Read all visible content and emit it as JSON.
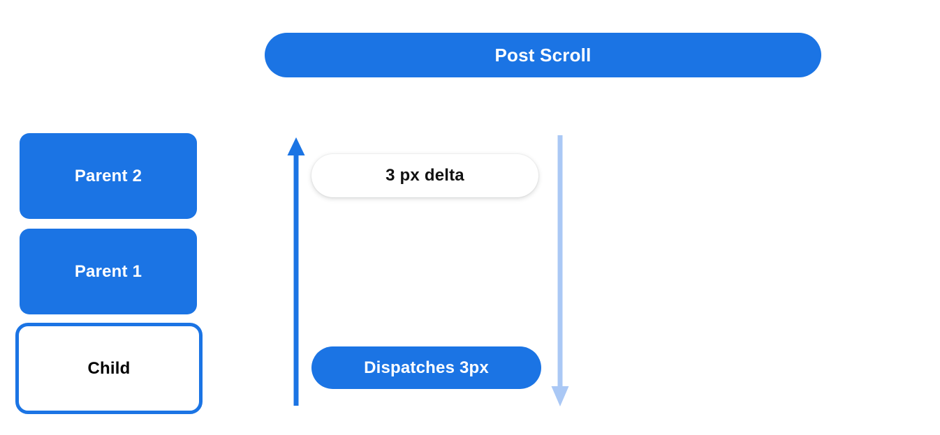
{
  "diagram": {
    "title": "Post Scroll",
    "colors": {
      "accent_blue": "#1b74e4",
      "light_blue": "#aac8f5",
      "text_dark": "#111111",
      "background": "#ffffff"
    },
    "nodes": [
      {
        "label": "Parent 2",
        "style": "filled"
      },
      {
        "label": "Parent 1",
        "style": "filled"
      },
      {
        "label": "Child",
        "style": "outlined"
      }
    ],
    "arrows": [
      {
        "name": "scroll-up-arrow",
        "direction": "up",
        "color": "#1b74e4"
      },
      {
        "name": "scroll-down-arrow",
        "direction": "down",
        "color": "#aac8f5"
      }
    ],
    "annotations": [
      {
        "label": "3 px delta",
        "style": "white-pill"
      },
      {
        "label": "Dispatches 3px",
        "style": "blue-pill"
      }
    ]
  }
}
